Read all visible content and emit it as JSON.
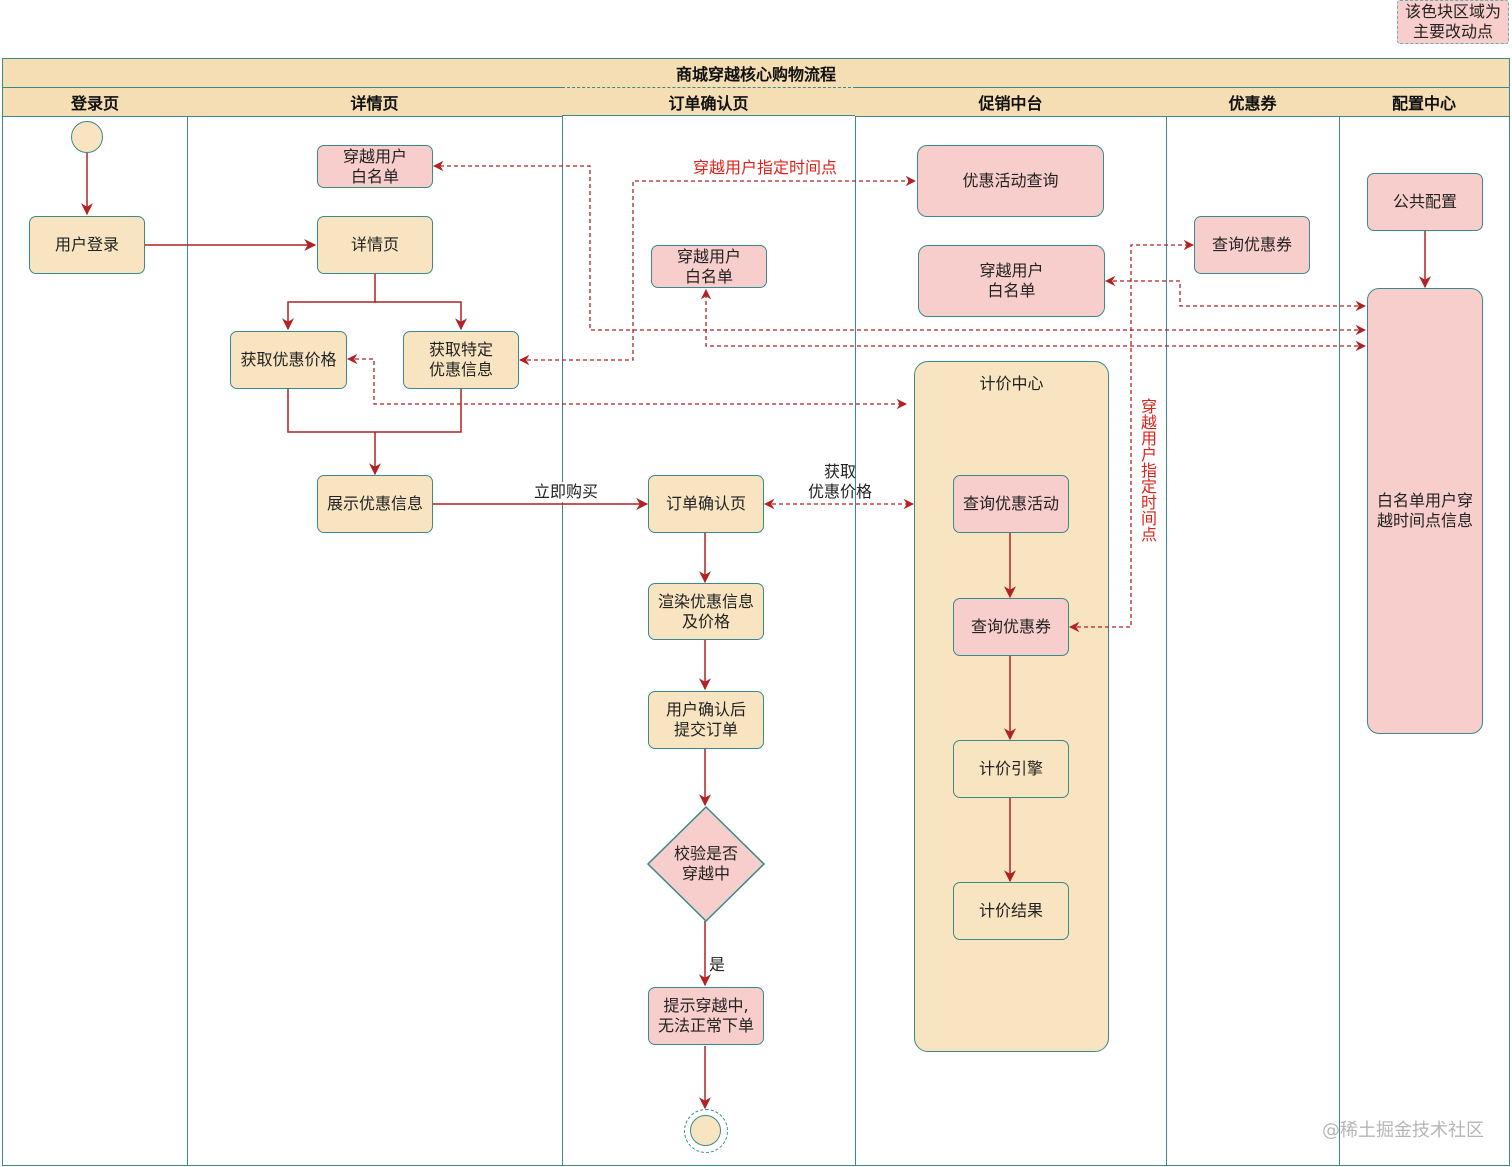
{
  "legend": "该色块区域为\n主要改动点",
  "title": "商城穿越核心购物流程",
  "lanes": [
    "登录页",
    "详情页",
    "订单确认页",
    "促销中台",
    "优惠券",
    "配置中心"
  ],
  "nodes": {
    "start": "",
    "user_login": "用户登录",
    "whitelist_detail": "穿越用户\n白名单",
    "detail_page": "详情页",
    "get_discount_price": "获取优惠价格",
    "get_specific_discount": "获取特定\n优惠信息",
    "show_discount": "展示优惠信息",
    "whitelist_order": "穿越用户\n白名单",
    "order_confirm": "订单确认页",
    "render_discount": "渲染优惠信息\n及价格",
    "submit_order": "用户确认后\n提交订单",
    "check_travel": "校验是否\n穿越中",
    "travel_warning": "提示穿越中,\n无法正常下单",
    "end": "",
    "query_activity": "优惠活动查询",
    "whitelist_promo": "穿越用户\n白名单",
    "pricing_center": "计价中心",
    "query_promo_activity": "查询优惠活动",
    "query_coupon_inner": "查询优惠券",
    "pricing_engine": "计价引擎",
    "pricing_result": "计价结果",
    "query_coupon": "查询优惠券",
    "public_config": "公共配置",
    "whitelist_config": "白名单用户穿\n越时间点信息"
  },
  "edge_labels": {
    "buy_now": "立即购买",
    "get_price": "获取\n优惠价格",
    "travel_time": "穿越用户指定时间点",
    "travel_time_vertical": "穿越用户指定时间点",
    "yes": "是"
  },
  "watermark": "@稀土掘金技术社区",
  "colors": {
    "beige": "#f8e4c0",
    "pink": "#f8cecc",
    "header": "#f5deb3",
    "border": "#3a8a8a",
    "flow": "#b22222",
    "red_text": "#e0221b"
  }
}
